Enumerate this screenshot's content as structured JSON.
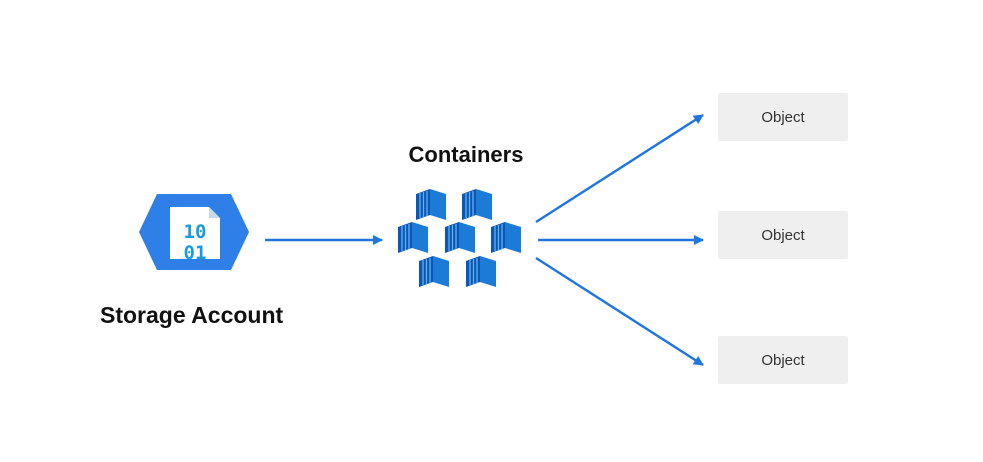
{
  "storage": {
    "label": "Storage Account",
    "icon": "storage-account-icon",
    "bits_line1": "10",
    "bits_line2": "01"
  },
  "containers": {
    "label": "Containers",
    "icon": "containers-icon"
  },
  "objects": [
    {
      "label": "Object"
    },
    {
      "label": "Object"
    },
    {
      "label": "Object"
    }
  ],
  "colors": {
    "accent": "#1f76e0",
    "hex": "#2f7fe8",
    "container_dark": "#0a57b8",
    "container_mid": "#1d7bd8",
    "container_light": "#5fb2ee",
    "object_bg": "#efefef"
  }
}
